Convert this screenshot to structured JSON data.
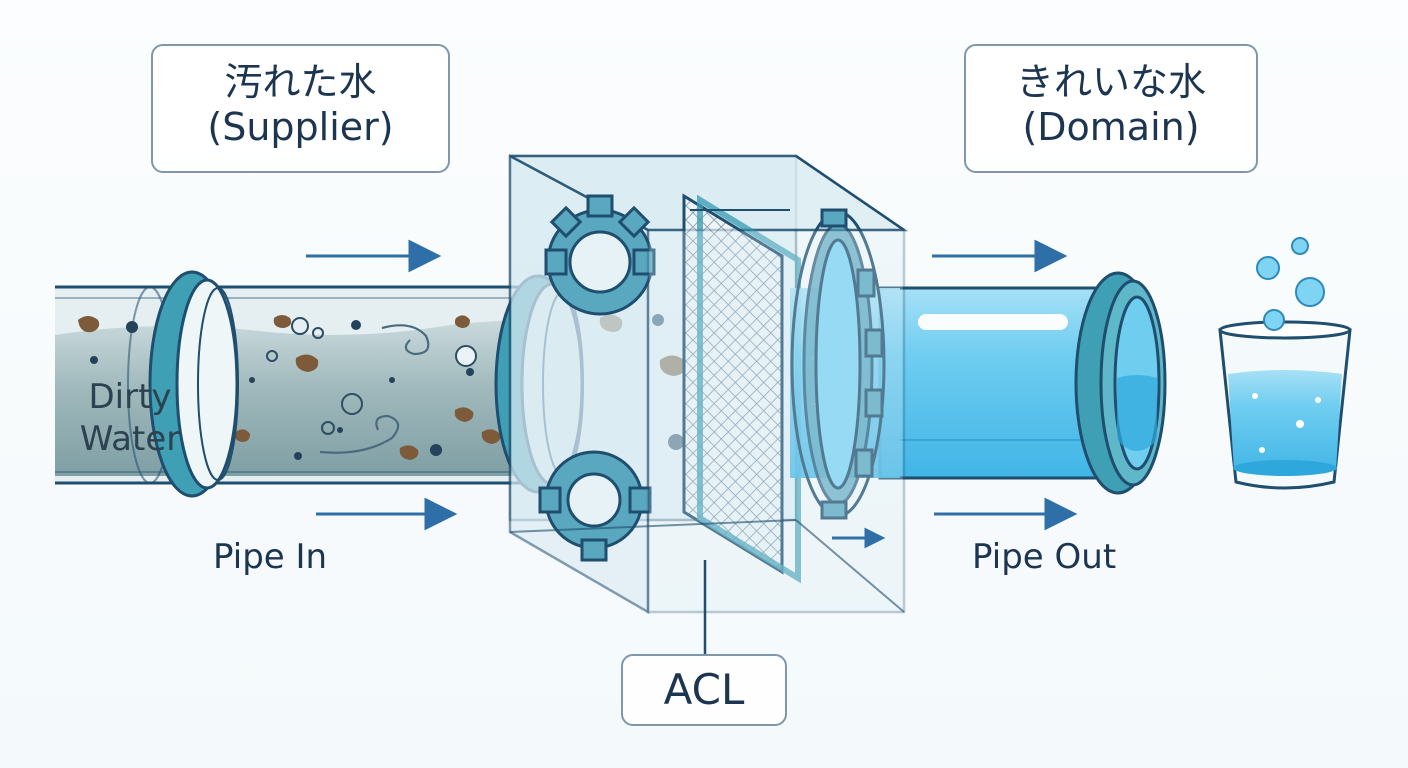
{
  "labels": {
    "supplier_jp": "汚れた水",
    "supplier_en": "(Supplier)",
    "domain_jp": "きれいな水",
    "domain_en": "(Domain)",
    "dirty_line1": "Dirty",
    "dirty_line2": "Water",
    "pipe_in": "Pipe In",
    "pipe_out": "Pipe Out",
    "acl": "ACL"
  },
  "colors": {
    "outline": "#1f4e6e",
    "dirty_water": "#8aa9ad",
    "dirty_water_dark": "#6f8f94",
    "clean_water": "#5cc6ee",
    "clean_water_light": "#9fdcf5",
    "flange": "#3f9fb5",
    "gear": "#5aa7c0",
    "arrow": "#2f6fa8",
    "text": "#1c3550"
  }
}
